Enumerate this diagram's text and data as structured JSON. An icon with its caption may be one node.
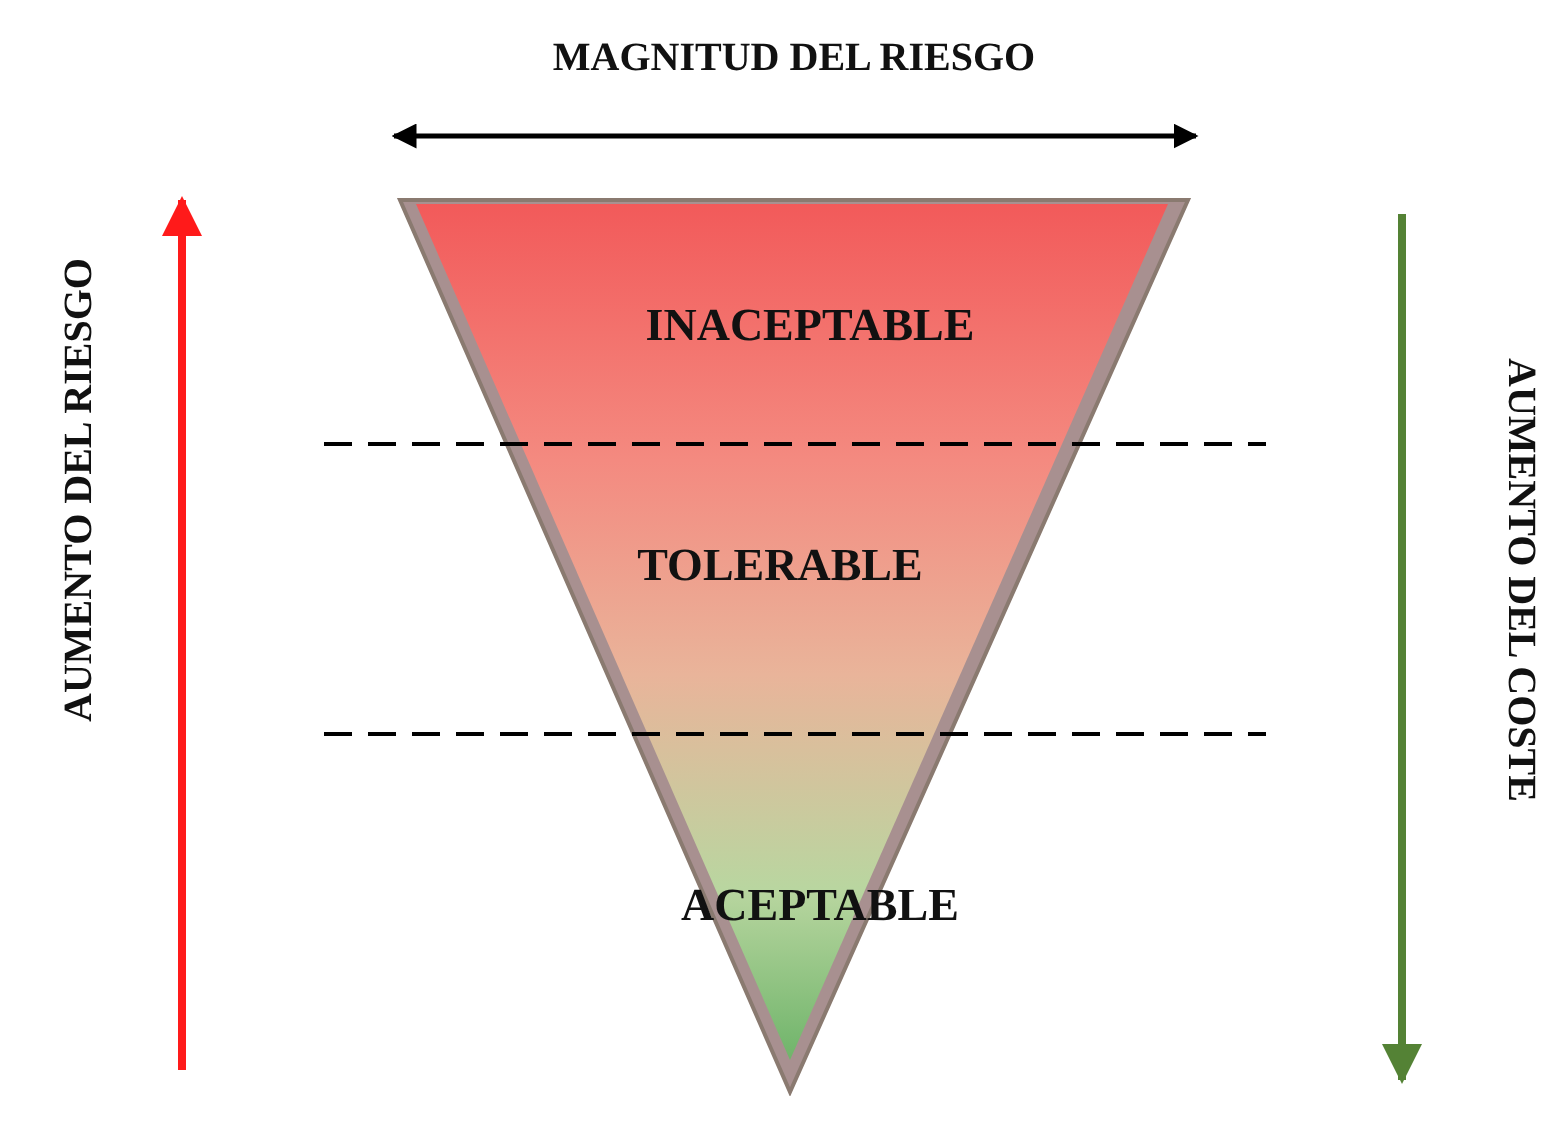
{
  "diagram": {
    "nodes": [
      {
        "text": [
          "INACEPTABLE",
          "TOLERABLE",
          "ACEPTABLE"
        ]
      }
    ],
    "labels": [
      "MAGNITUD DEL RIESGO",
      "AUMENTO DEL RIESGO",
      "AUMENTO DEL COSTE"
    ]
  }
}
